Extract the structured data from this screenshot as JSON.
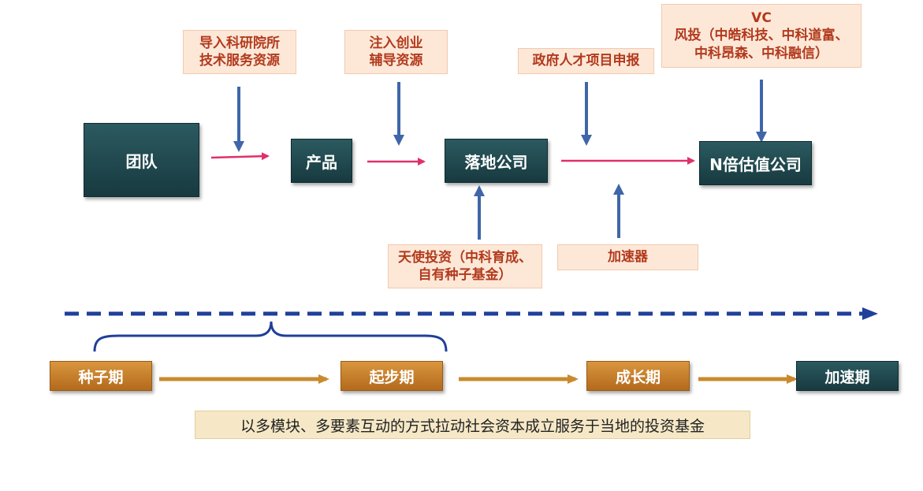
{
  "nodes": {
    "team": "团队",
    "product": "产品",
    "landing_company": "落地公司",
    "valuation_company": "N倍估值公司"
  },
  "inputs": {
    "research": [
      "导入科研院所",
      "技术服务资源"
    ],
    "incubation": [
      "注入创业",
      "辅导资源"
    ],
    "government": "政府人才项目申报",
    "vc": [
      "VC",
      "风投（中皓科技、中科道富、",
      "中科昂森、中科融信）"
    ],
    "angel": [
      "天使投资（中科育成、",
      "自有种子基金）"
    ],
    "accelerator": "加速器"
  },
  "stages": [
    "种子期",
    "起步期",
    "成长期",
    "加速期"
  ],
  "summary": "以多模块、多要素互动的方式拉动社会资本成立服务于当地的投资基金",
  "colors": {
    "pink_arrow": "#e0306a",
    "blue_arrow": "#3f66a8",
    "timeline_blue": "#1f3f99",
    "stage_arrow": "#c98a2e"
  }
}
